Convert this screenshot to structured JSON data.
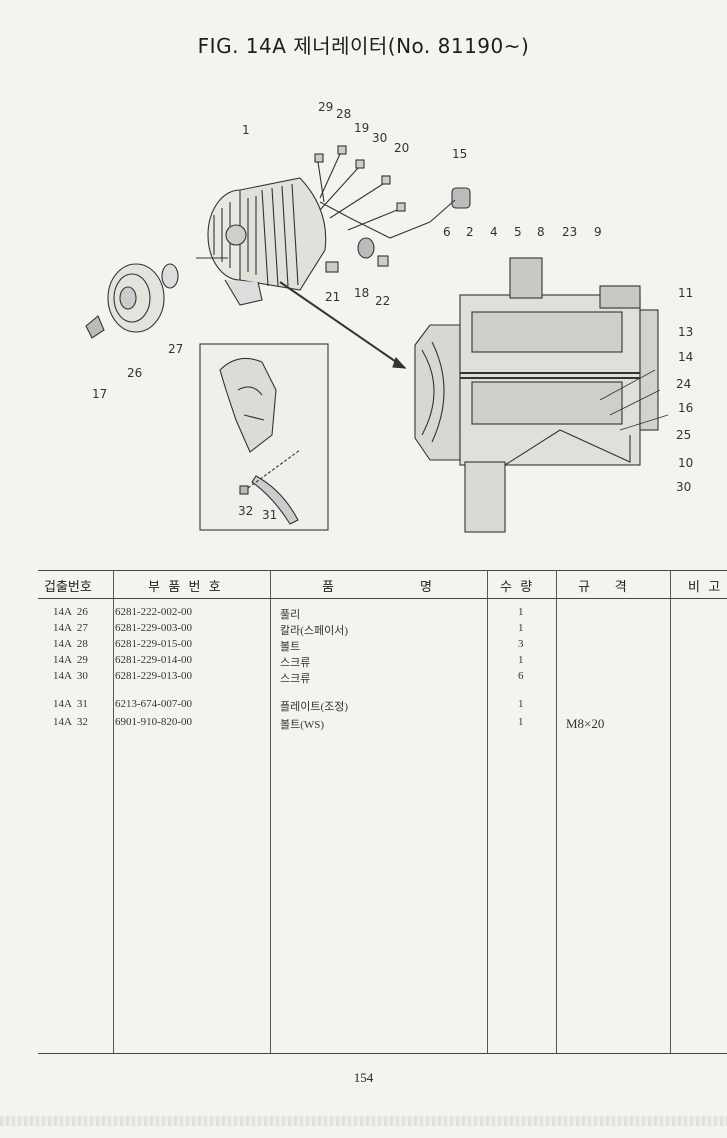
{
  "header": {
    "title": "FIG. 14A 제너레이터(No. 81190~)"
  },
  "figure": {
    "callouts": [
      "29",
      "28",
      "1",
      "19",
      "30",
      "20",
      "15",
      "6",
      "2",
      "4",
      "5",
      "8",
      "23",
      "9",
      "11",
      "13",
      "14",
      "24",
      "16",
      "25",
      "10",
      "30",
      "21",
      "18",
      "22",
      "27",
      "26",
      "17",
      "32",
      "31"
    ]
  },
  "table": {
    "headers": {
      "ref": "겁출번호",
      "part_no": "부  품  번  호",
      "name_a": "품",
      "name_b": "명",
      "qty": "수  량",
      "spec": "규      격",
      "remark": "비  고"
    },
    "rows": [
      {
        "ref": "14A  26",
        "part_no": "6281-222-002-00",
        "name": "풀리",
        "qty": "1",
        "spec": ""
      },
      {
        "ref": "14A  27",
        "part_no": "6281-229-003-00",
        "name": "칼라(스페이서)",
        "qty": "1",
        "spec": ""
      },
      {
        "ref": "14A  28",
        "part_no": "6281-229-015-00",
        "name": "볼트",
        "qty": "3",
        "spec": ""
      },
      {
        "ref": "14A  29",
        "part_no": "6281-229-014-00",
        "name": "스크류",
        "qty": "1",
        "spec": ""
      },
      {
        "ref": "14A  30",
        "part_no": "6281-229-013-00",
        "name": "스크류",
        "qty": "6",
        "spec": ""
      },
      {
        "ref": "14A  31",
        "part_no": "6213-674-007-00",
        "name": "플레이트(조정)",
        "qty": "1",
        "spec": ""
      },
      {
        "ref": "14A  32",
        "part_no": "6901-910-820-00",
        "name": "볼트(WS)",
        "qty": "1",
        "spec": "M8×20"
      }
    ]
  },
  "footer": {
    "page_number": "154"
  }
}
